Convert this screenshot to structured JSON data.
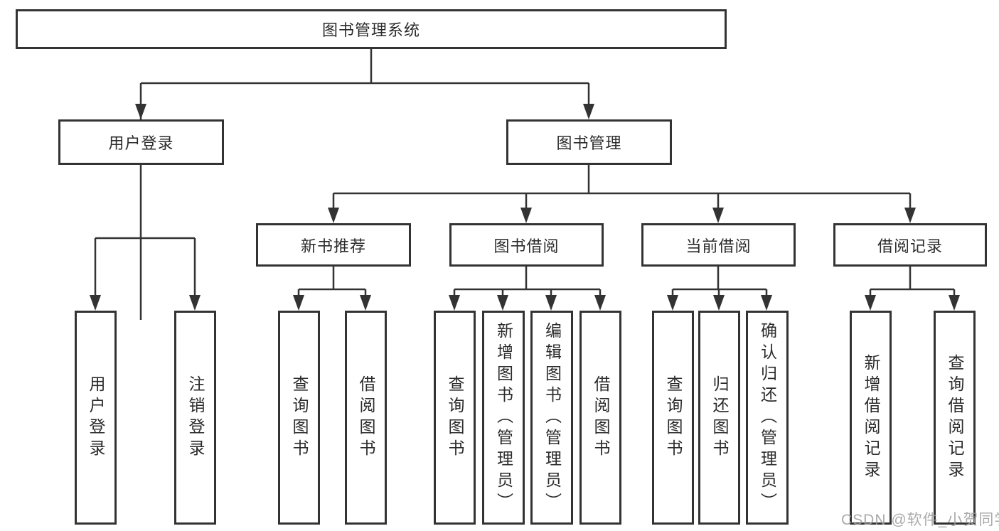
{
  "page": {
    "background": "#ffffff",
    "watermark": {
      "text": "CSDN @软件_小贺同学",
      "color": "#9e9e9e"
    }
  },
  "diagram": {
    "type": "tree",
    "title": "图书管理系统",
    "line_color": "#333333",
    "box_border_color": "#333333",
    "text_color": "#2b2b2b",
    "nodes": {
      "root": {
        "label": "图书管理系统",
        "children": [
          "用户登录",
          "图书管理"
        ]
      },
      "user_login": {
        "label": "用户登录"
      },
      "book_management": {
        "label": "图书管理",
        "children": [
          "新书推荐",
          "图书借阅",
          "当前借阅",
          "借阅记录"
        ]
      },
      "new_book_recommend": {
        "label": "新书推荐"
      },
      "book_borrowing": {
        "label": "图书借阅"
      },
      "current_borrowing": {
        "label": "当前借阅"
      },
      "borrowing_records": {
        "label": "借阅记录"
      }
    },
    "leaves": [
      {
        "parent": "用户登录",
        "label": "用户登录"
      },
      {
        "parent": "用户登录",
        "label": "注销登录"
      },
      {
        "parent": "新书推荐",
        "label": "查询图书"
      },
      {
        "parent": "新书推荐",
        "label": "借阅图书"
      },
      {
        "parent": "图书借阅",
        "label": "查询图书"
      },
      {
        "parent": "图书借阅",
        "label": "新增图书（管理员）"
      },
      {
        "parent": "图书借阅",
        "label": "编辑图书（管理员）"
      },
      {
        "parent": "图书借阅",
        "label": "借阅图书"
      },
      {
        "parent": "当前借阅",
        "label": "查询图书"
      },
      {
        "parent": "当前借阅",
        "label": "归还图书"
      },
      {
        "parent": "当前借阅",
        "label": "确认归还（管理员）"
      },
      {
        "parent": "借阅记录",
        "label": "新增借阅记录"
      },
      {
        "parent": "借阅记录",
        "label": "查询借阅记录"
      }
    ]
  }
}
